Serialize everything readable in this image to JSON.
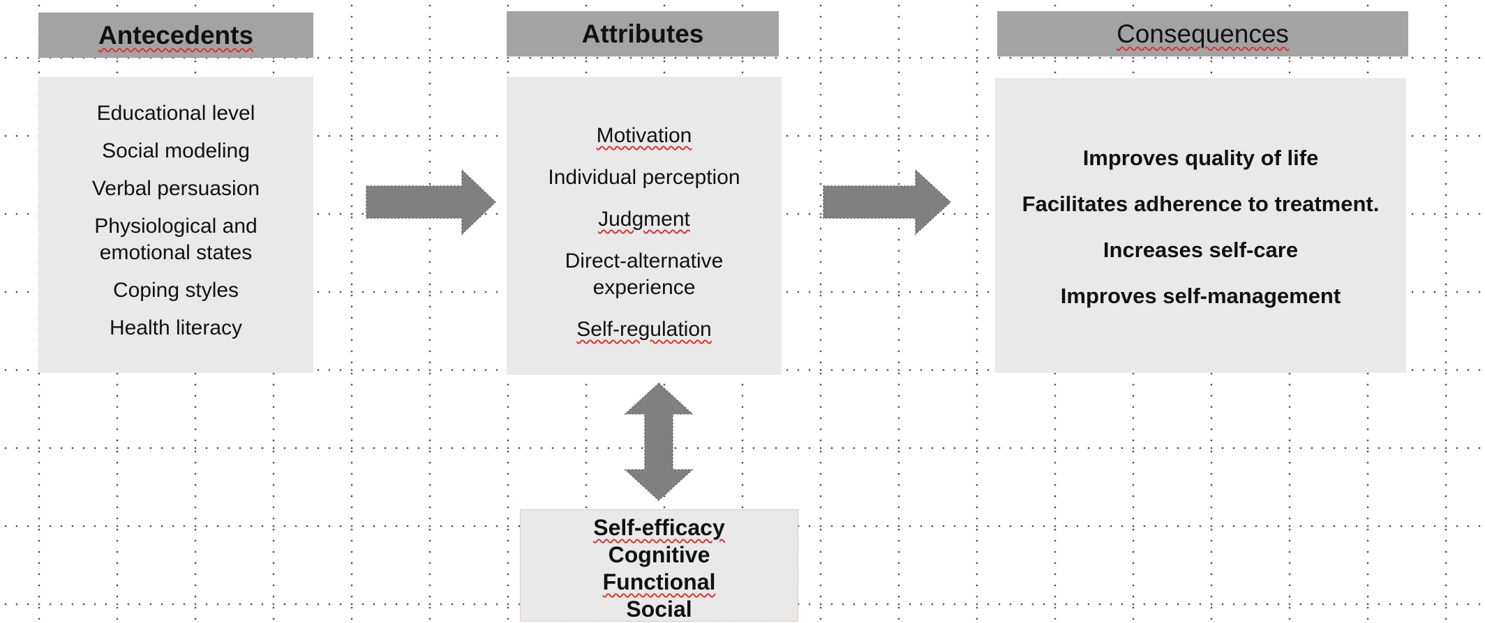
{
  "antecedents": {
    "title": "Antecedents",
    "items": [
      "Educational level",
      "Social modeling",
      "Verbal persuasion",
      "Physiological and emotional states",
      "Coping styles",
      "Health literacy"
    ]
  },
  "attributes": {
    "title": "Attributes",
    "items": [
      "Motivation",
      "Individual perception",
      "Judgment",
      "Direct-alternative experience",
      "Self-regulation"
    ]
  },
  "consequences": {
    "title": "Consequences",
    "items": [
      "Improves quality of life",
      "Facilitates adherence to treatment.",
      "Increases self-care",
      "Improves self-management"
    ]
  },
  "self_efficacy": {
    "items": [
      "Self-efficacy",
      "Cognitive",
      "Functional",
      "Social"
    ]
  },
  "colors": {
    "header_fill": "#a3a3a3",
    "panel_fill": "#e9e9e9",
    "arrow_fill": "#808080",
    "spellcheck_underline": "#e03030"
  }
}
